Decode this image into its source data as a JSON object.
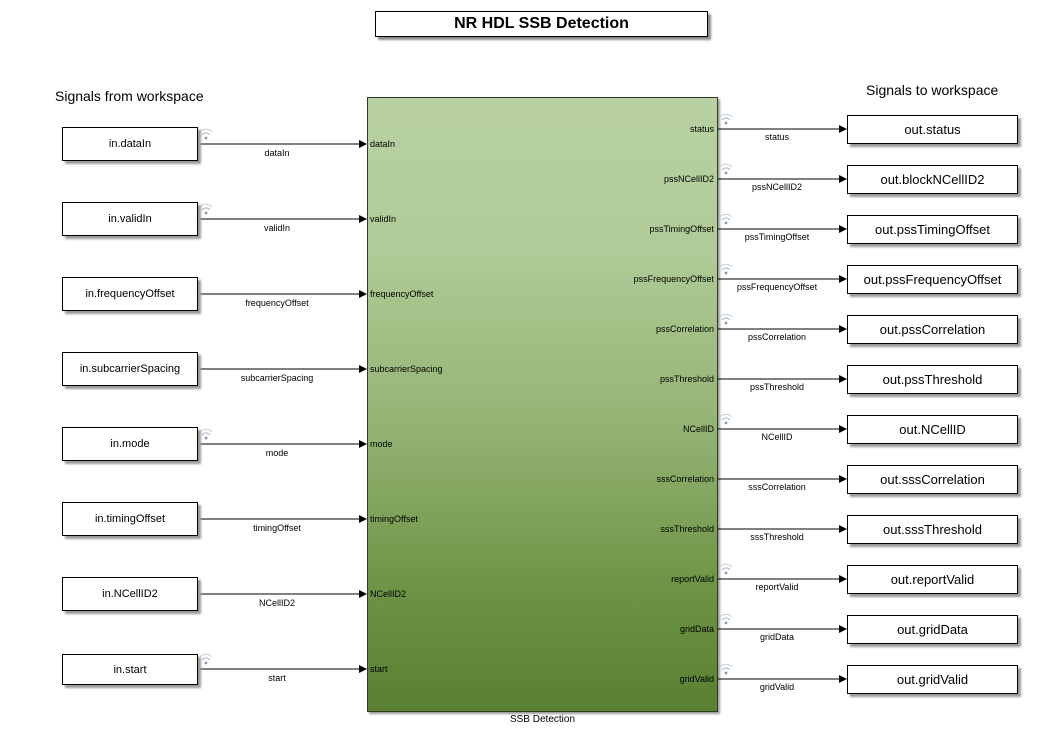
{
  "title": "NR HDL SSB Detection",
  "left_section_label": "Signals from workspace",
  "right_section_label": "Signals to workspace",
  "block_name": "SSB Detection",
  "inputs": [
    {
      "block": "in.dataIn",
      "signal": "dataIn",
      "port": "dataIn",
      "logged": true
    },
    {
      "block": "in.validIn",
      "signal": "validIn",
      "port": "validIn",
      "logged": true
    },
    {
      "block": "in.frequencyOffset",
      "signal": "frequencyOffset",
      "port": "frequencyOffset",
      "logged": false
    },
    {
      "block": "in.subcarrierSpacing",
      "signal": "subcarrierSpacing",
      "port": "subcarrierSpacing",
      "logged": false
    },
    {
      "block": "in.mode",
      "signal": "mode",
      "port": "mode",
      "logged": true
    },
    {
      "block": "in.timingOffset",
      "signal": "timingOffset",
      "port": "timingOffset",
      "logged": false
    },
    {
      "block": "in.NCellID2",
      "signal": "NCellID2",
      "port": "NCellID2",
      "logged": false
    },
    {
      "block": "in.start",
      "signal": "start",
      "port": "start",
      "logged": true
    }
  ],
  "outputs": [
    {
      "port": "status",
      "signal": "status",
      "block": "out.status",
      "logged": true
    },
    {
      "port": "pssNCellID2",
      "signal": "pssNCellID2",
      "block": "out.blockNCellID2",
      "logged": true
    },
    {
      "port": "pssTimingOffset",
      "signal": "pssTimingOffset",
      "block": "out.pssTimingOffset",
      "logged": true
    },
    {
      "port": "pssFrequencyOffset",
      "signal": "pssFrequencyOffset",
      "block": "out.pssFrequencyOffset",
      "logged": true
    },
    {
      "port": "pssCorrelation",
      "signal": "pssCorrelation",
      "block": "out.pssCorrelation",
      "logged": true
    },
    {
      "port": "pssThreshold",
      "signal": "pssThreshold",
      "block": "out.pssThreshold",
      "logged": false
    },
    {
      "port": "NCellID",
      "signal": "NCellID",
      "block": "out.NCellID",
      "logged": true
    },
    {
      "port": "sssCorrelation",
      "signal": "sssCorrelation",
      "block": "out.sssCorrelation",
      "logged": false
    },
    {
      "port": "sssThreshold",
      "signal": "sssThreshold",
      "block": "out.sssThreshold",
      "logged": false
    },
    {
      "port": "reportValid",
      "signal": "reportValid",
      "block": "out.reportValid",
      "logged": true
    },
    {
      "port": "gridData",
      "signal": "gridData",
      "block": "out.gridData",
      "logged": true
    },
    {
      "port": "gridValid",
      "signal": "gridValid",
      "block": "out.gridValid",
      "logged": true
    }
  ],
  "icons": {
    "logged_signal": "signal-logging-icon"
  }
}
